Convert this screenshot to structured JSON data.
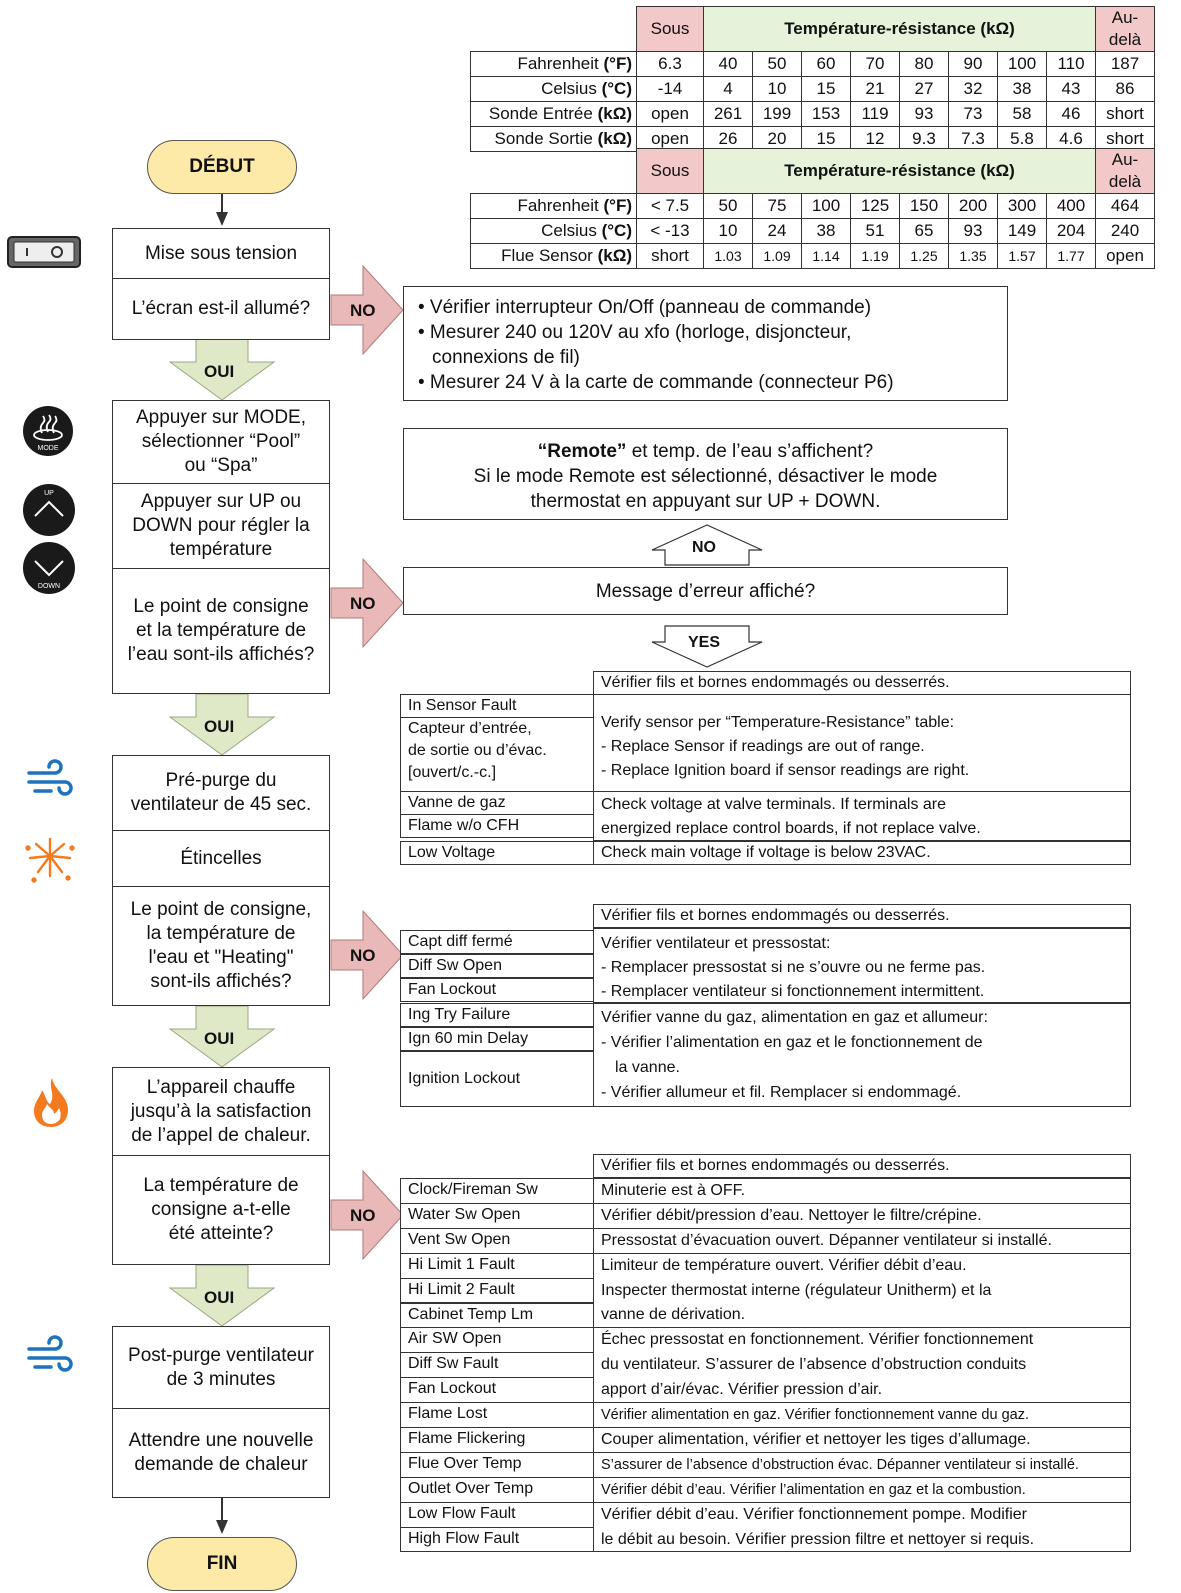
{
  "table1": {
    "under": "Sous",
    "title": "Température-résistance (kΩ)",
    "beyond": "Au-delà",
    "rows": [
      {
        "label": "Fahrenheit",
        "unit": "(°F)",
        "cells": [
          "6.3",
          "40",
          "50",
          "60",
          "70",
          "80",
          "90",
          "100",
          "110",
          "187"
        ]
      },
      {
        "label": "Celsius",
        "unit": "(°C)",
        "cells": [
          "-14",
          "4",
          "10",
          "15",
          "21",
          "27",
          "32",
          "38",
          "43",
          "86"
        ]
      },
      {
        "label": "Sonde Entrée",
        "unit": "(kΩ)",
        "cells": [
          "open",
          "261",
          "199",
          "153",
          "119",
          "93",
          "73",
          "58",
          "46",
          "short"
        ]
      },
      {
        "label": "Sonde Sortie",
        "unit": "(kΩ)",
        "cells": [
          "open",
          "26",
          "20",
          "15",
          "12",
          "9.3",
          "7.3",
          "5.8",
          "4.6",
          "short"
        ]
      }
    ]
  },
  "table2": {
    "under": "Sous",
    "title": "Température-résistance (kΩ)",
    "beyond": "Au-delà",
    "rows": [
      {
        "label": "Fahrenheit",
        "unit": "(°F)",
        "cells": [
          "< 7.5",
          "50",
          "75",
          "100",
          "125",
          "150",
          "200",
          "300",
          "400",
          "464"
        ]
      },
      {
        "label": "Celsius",
        "unit": "(°C)",
        "cells": [
          "< -13",
          "10",
          "24",
          "38",
          "51",
          "65",
          "93",
          "149",
          "204",
          "240"
        ]
      },
      {
        "label": "Flue Sensor",
        "unit": "(kΩ)",
        "cells": [
          "short",
          "1.03",
          "1.09",
          "1.14",
          "1.19",
          "1.25",
          "1.35",
          "1.57",
          "1.77",
          "open"
        ]
      }
    ]
  },
  "flow": {
    "start": "DÉBUT",
    "end": "FIN",
    "power_on": "Mise sous tension",
    "screen_on": "L’écran est-il allumé?",
    "mode": [
      "Appuyer sur MODE,",
      "sélectionner “Pool”",
      "ou “Spa”"
    ],
    "updown": [
      "Appuyer sur UP ou",
      "DOWN pour régler la",
      "température"
    ],
    "setpoint_shown": [
      "Le point de consigne",
      "et la température de",
      "l’eau sont-ils affichés?"
    ],
    "prepurge": [
      "Pré-purge du",
      "ventilateur de 45 sec."
    ],
    "sparks": "Étincelles",
    "heating_shown": [
      "Le point de consigne,",
      "la température de",
      "l'eau et \"Heating\"",
      "sont-ils affichés?"
    ],
    "heats": [
      "L’appareil chauffe",
      "jusqu’à la satisfaction",
      "de l’appel de chaleur."
    ],
    "reached": [
      "La température de",
      "consigne a-t-elle",
      "été atteinte?"
    ],
    "postpurge": [
      "Post-purge ventilateur",
      "de 3 minutes"
    ],
    "wait": [
      "Attendre une nouvelle",
      "demande de chaleur"
    ],
    "no": "NO",
    "yes_fr": "OUI",
    "yes_en": "YES"
  },
  "power_checks": [
    "• Vérifier interrupteur On/Off (panneau de commande)",
    "• Mesurer 240 ou 120V au xfo (horloge, disjoncteur,",
    "  connexions de fil)",
    "• Mesurer 24 V à la carte de commande (connecteur P6)"
  ],
  "remote_box": {
    "bold": "“Remote”",
    "line1_rest": " et temp. de l’eau s’affichent?",
    "line2": "Si le mode Remote est sélectionné, désactiver le mode",
    "line3": "thermostat en appuyant sur UP + DOWN."
  },
  "error_question": "Message d’erreur affiché?",
  "fault_header": "Vérifier fils et bornes endommagés ou desserrés.",
  "faults_1": {
    "codes": [
      "In Sensor Fault",
      "Capteur d’entrée,",
      "de sortie ou d’évac.",
      "[ouvert/c.-c.]",
      "Vanne de gaz",
      "Flame w/o CFH",
      "Low Voltage"
    ],
    "actions": [
      [
        "Verify sensor per “Temperature-Resistance” table:",
        "- Replace Sensor if readings are out of range.",
        "- Replace Ignition board if sensor readings are right."
      ],
      [
        "Check voltage at valve terminals. If terminals are",
        "energized replace control boards, if not replace valve."
      ],
      [
        "Check main voltage if voltage is below 23VAC."
      ]
    ]
  },
  "faults_2": {
    "codes": [
      "Capt diff fermé",
      "Diff Sw Open",
      "Fan Lockout",
      "Ing Try Failure",
      "Ign 60 min Delay",
      "Ignition Lockout"
    ],
    "actions": [
      [
        "Vérifier ventilateur et pressostat:",
        "- Remplacer pressostat si ne s’ouvre ou ne ferme pas.",
        "- Remplacer ventilateur si fonctionnement intermittent."
      ],
      [
        "Vérifier vanne du gaz, alimentation en gaz et allumeur:",
        "- Vérifier l’alimentation en gaz et le fonctionnement de",
        "  la vanne.",
        "- Vérifier allumeur et fil. Remplacer si endommagé."
      ]
    ]
  },
  "faults_3": {
    "codes": [
      "Clock/Fireman Sw",
      "Water Sw Open",
      "Vent Sw Open",
      "Hi Limit 1 Fault",
      "Hi Limit 2 Fault",
      "Cabinet Temp Lm",
      "Air SW Open",
      "Diff Sw Fault",
      "Fan Lockout",
      "Flame Lost",
      "Flame Flickering",
      "Flue Over Temp",
      "Outlet Over Temp",
      "Low Flow Fault",
      "High Flow Fault"
    ],
    "actions": [
      "Minuterie est à OFF.",
      "Vérifier débit/pression d’eau. Nettoyer le filtre/crépine.",
      "Pressostat d’évacuation ouvert. Dépanner ventilateur si installé.",
      "Limiteur de température ouvert. Vérifier débit d’eau.",
      "Inspecter thermostat interne (régulateur Unitherm) et la",
      "vanne de dérivation.",
      "Échec pressostat en fonctionnement. Vérifier fonctionnement",
      "du ventilateur. S’assurer de l’absence d’obstruction conduits",
      "apport d’air/évac. Vérifier pression d’air.",
      "Vérifier alimentation en gaz. Vérifier fonctionnement vanne du gaz.",
      "Couper alimentation, vérifier et nettoyer les tiges d’allumage.",
      "S’assurer de l’absence d’obstruction évac. Dépanner ventilateur si installé.",
      "Vérifier débit d’eau. Vérifier l’alimentation en gaz et la combustion.",
      "Vérifier débit d’eau. Vérifier fonctionnement pompe. Modifier",
      "le débit au besoin. Vérifier pression filtre et nettoyer si requis."
    ]
  },
  "icons": {
    "mode_label": "MODE",
    "up_label": "UP",
    "down_label": "DOWN"
  },
  "colors": {
    "start_end": "#fde9a8",
    "yes_arrow": "#dfe9c8",
    "no_arrow": "#e9b8b8",
    "header_green": "#e6f2d9",
    "header_pink": "#f2c8c8",
    "flame": "#f47a20",
    "fan": "#1e73be"
  }
}
